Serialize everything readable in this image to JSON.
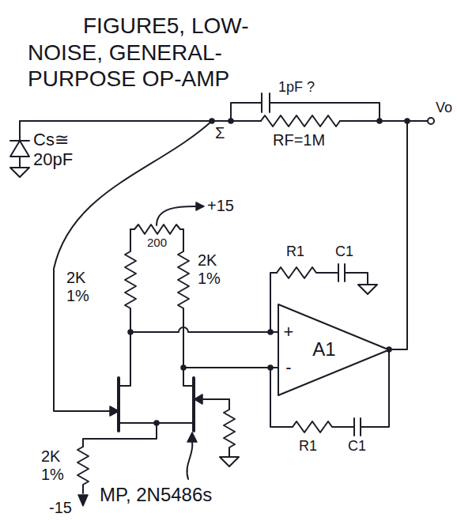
{
  "diagram": {
    "title": "FIGURE5, LOW-NOISE, GENERAL- PURPOSE OP-AMP",
    "nodes": [
      {
        "text": [
          "+",
          "-",
          "A1"
        ]
      }
    ],
    "labels": [
      "1pF ?",
      "RF=1M",
      "Vo",
      "Σ",
      "Cs≅ 20pF",
      "+15",
      "200",
      "2K 1%",
      "2K 1%",
      "R1",
      "C1",
      "R1",
      "C1",
      "2K 1%",
      "-15",
      "MP, 2N5486s"
    ]
  }
}
